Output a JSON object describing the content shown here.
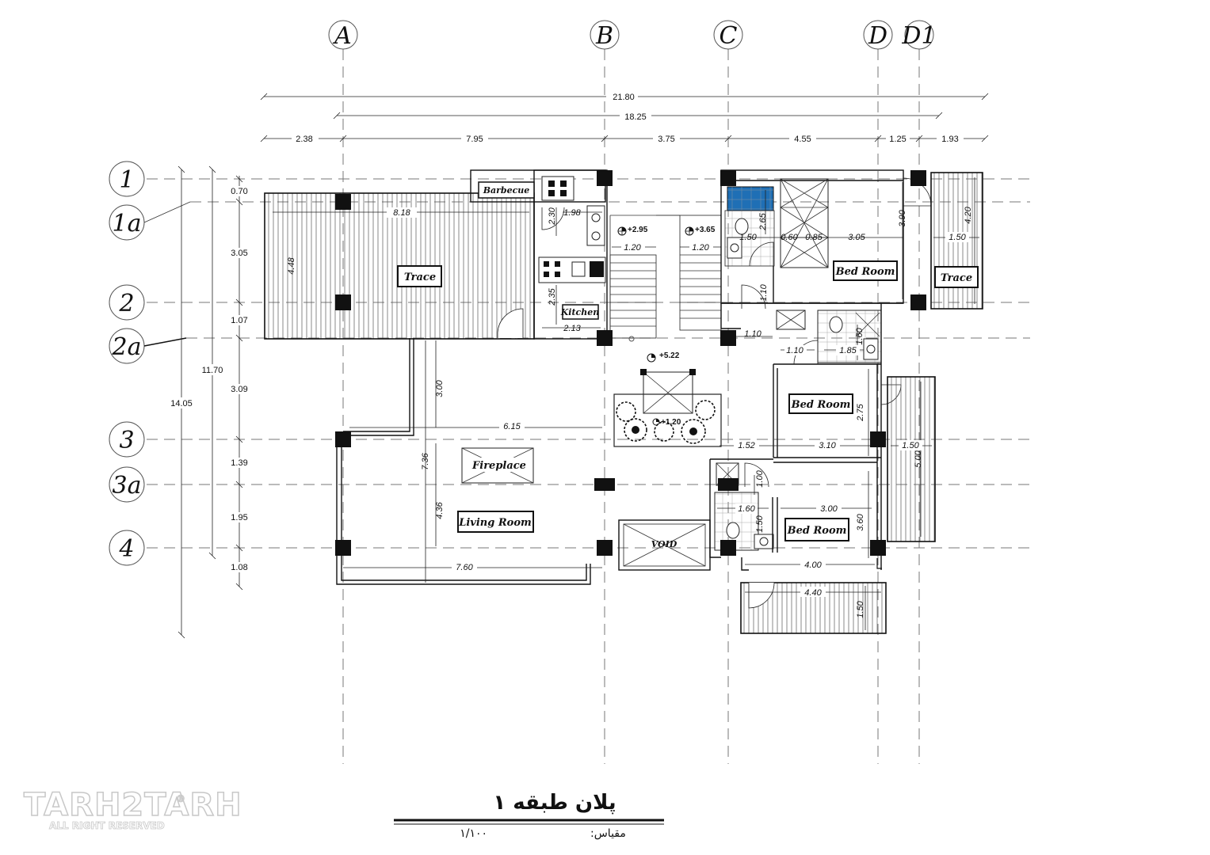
{
  "axes": {
    "columns": [
      "A",
      "B",
      "C",
      "D",
      "D1"
    ],
    "rows": [
      "1",
      "1a",
      "2",
      "2a",
      "3",
      "3a",
      "4"
    ]
  },
  "dimensions": {
    "overall_width": "21.80",
    "inner_width": "18.25",
    "top_segments": [
      "2.38",
      "7.95",
      "3.75",
      "4.55",
      "1.25",
      "1.93"
    ],
    "left_overall": "14.05",
    "left_inner": "11.70",
    "left_segments": [
      "0.70",
      "3.05",
      "1.07",
      "3.09",
      "1.39",
      "1.95",
      "1.08"
    ],
    "interior": {
      "trace_width": "8.18",
      "trace_depth": "4.48",
      "barbecue_width": "1.98",
      "barbecue_depth": "2.30",
      "kitchen_depth": "2.35",
      "kitchen_width": "2.13",
      "stair_left": "1.20",
      "stair_right": "1.20",
      "bath_top_width": "1.50",
      "bath_top_depth": "2.65",
      "closet_a": "0.60",
      "closet_b": "0.85",
      "bedroom1_width": "3.05",
      "bedroom1_depth": "3.90",
      "east_trace_depth": "4.20",
      "east_trace_width": "1.50",
      "hall_door": "1.10",
      "hall_width": "1.10",
      "corridor_width": "1.10",
      "wc_width": "1.85",
      "wc_depth": "1.60",
      "living_depth_upper": "3.00",
      "living_depth_total": "7.36",
      "living_width_upper": "6.15",
      "living_depth_lower": "4.36",
      "living_width_lower": "7.60",
      "bedroom2_depth": "2.75",
      "bedroom2_hall": "1.52",
      "bedroom2_width": "3.10",
      "balcony_width": "1.50",
      "balcony_length": "5.00",
      "bath_lower_depth": "1.00",
      "bath_lower_width": "1.60",
      "bath_lower_inner": "1.50",
      "bedroom3_width": "3.00",
      "bedroom3_depth": "3.60",
      "south_width": "4.00",
      "south_balcony_width": "4.40",
      "south_balcony_depth": "1.50"
    }
  },
  "levels": {
    "stair_left": "+2.95",
    "stair_right": "+3.65",
    "patio_top": "+5.22",
    "patio": "+1.20"
  },
  "rooms": {
    "barbecue": "Barbecue",
    "kitchen": "Kitchen",
    "trace_west": "Trace",
    "trace_east": "Trace",
    "bedroom_1": "Bed Room",
    "bedroom_2": "Bed Room",
    "bedroom_3": "Bed Room",
    "fireplace": "Fireplace",
    "living_room": "Living Room",
    "void": "VOID"
  },
  "title": {
    "text": "پلان طبقه ۱",
    "scale_label": "مقیاس:",
    "scale_value": "۱/۱۰۰"
  },
  "watermark": {
    "brand": "TARH2TARH",
    "registered": "®",
    "rights": "ALL RIGHT RESERVED"
  },
  "colors": {
    "line": "#111111",
    "grid": "#777777",
    "water": "#1f6fb5",
    "watermark": "#c8c8c8"
  }
}
